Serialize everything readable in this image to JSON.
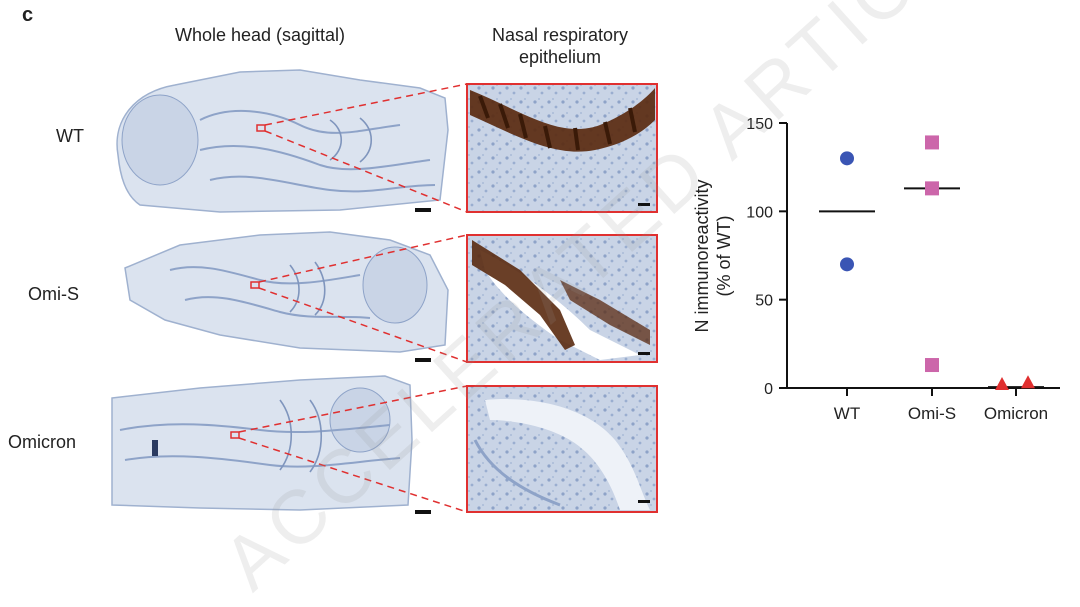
{
  "figure": {
    "panel_letter": "c",
    "column_titles": {
      "whole_head": "Whole head (sagittal)",
      "epithelium_line1": "Nasal respiratory",
      "epithelium_line2": "epithelium"
    },
    "rows": [
      "WT",
      "Omi-S",
      "Omicron"
    ],
    "watermark": "ACCELERATED ARTICLE PREVIEW"
  },
  "colors": {
    "inset_box": "#e03030",
    "tissue": "#aebdd6",
    "stain": "#5a2a10",
    "wt": "#3a55b4",
    "omis": "#cc66aa",
    "omicron": "#e03030"
  },
  "chart_data": {
    "type": "scatter",
    "ylabel_line1": "N immunoreactivity",
    "ylabel_line2": "(% of WT)",
    "ylim": [
      0,
      150
    ],
    "yticks": [
      0,
      50,
      100,
      150
    ],
    "categories": [
      "WT",
      "Omi-S",
      "Omicron"
    ],
    "series": [
      {
        "name": "WT",
        "marker": "circle",
        "values": [
          130,
          70
        ],
        "mean": 100
      },
      {
        "name": "Omi-S",
        "marker": "square",
        "values": [
          139,
          113,
          13
        ],
        "mean": 113
      },
      {
        "name": "Omicron",
        "marker": "triangle",
        "values": [
          0,
          1
        ],
        "mean": 0.5
      }
    ],
    "grid": false
  }
}
